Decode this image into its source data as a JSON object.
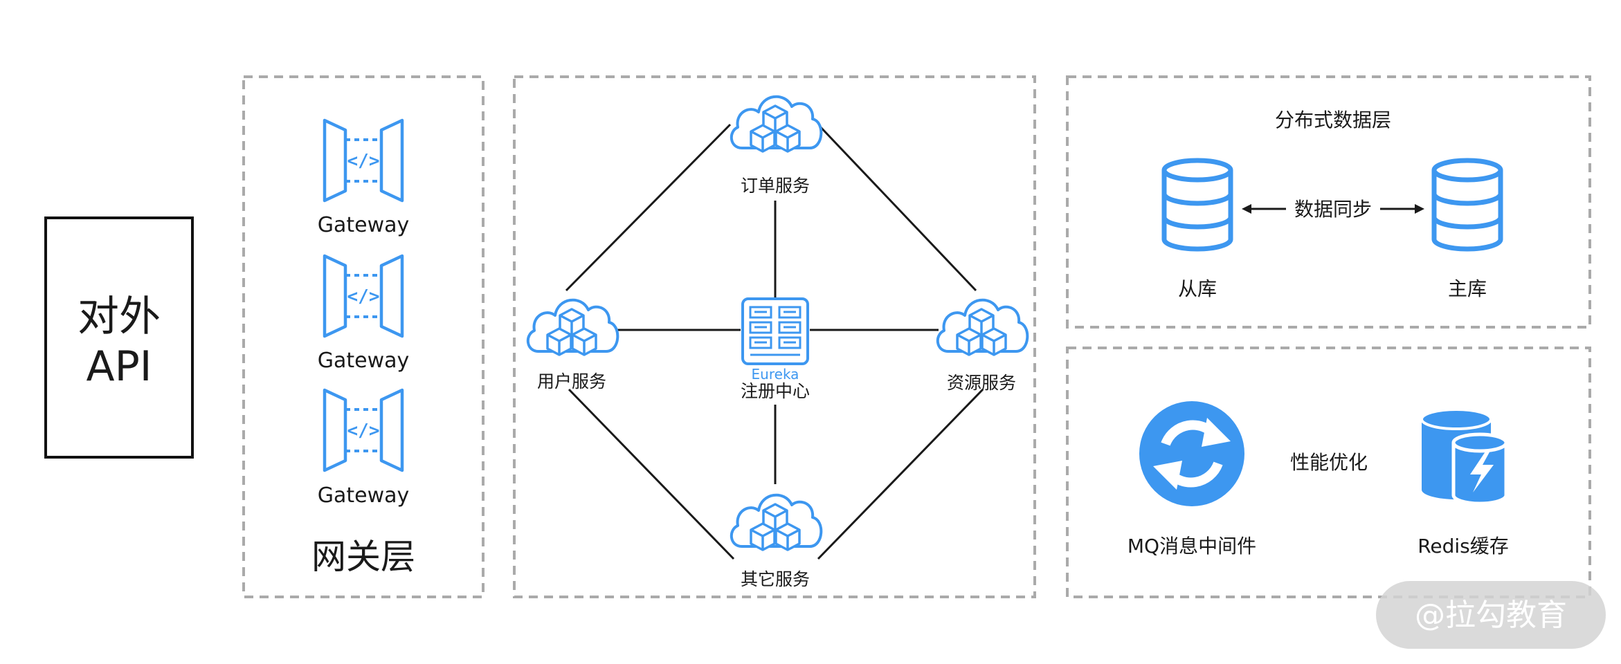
{
  "api_box": {
    "line1": "对外",
    "line2": "API"
  },
  "gateway_layer": {
    "gateways": [
      {
        "label": "Gateway",
        "icon": "api-gateway-icon"
      },
      {
        "label": "Gateway",
        "icon": "api-gateway-icon"
      },
      {
        "label": "Gateway",
        "icon": "api-gateway-icon"
      }
    ],
    "title": "网关层"
  },
  "service_mesh": {
    "registry": {
      "badge": "Eureka",
      "label": "注册中心",
      "icon": "server-rack-icon"
    },
    "services": [
      {
        "id": "order",
        "label": "订单服务",
        "icon": "cloud-cubes-icon"
      },
      {
        "id": "user",
        "label": "用户服务",
        "icon": "cloud-cubes-icon"
      },
      {
        "id": "resource",
        "label": "资源服务",
        "icon": "cloud-cubes-icon"
      },
      {
        "id": "other",
        "label": "其它服务",
        "icon": "cloud-cubes-icon"
      }
    ]
  },
  "data_layer": {
    "title": "分布式数据层",
    "sync_label": "数据同步",
    "slave_label": "从库",
    "master_label": "主库",
    "icon": "database-icon"
  },
  "perf_layer": {
    "title": "性能优化",
    "mq_label": "MQ消息中间件",
    "mq_icon": "refresh-cycle-icon",
    "redis_label": "Redis缓存",
    "redis_icon": "cache-bolt-icon"
  },
  "watermark": "@拉勾教育",
  "colors": {
    "accent": "#3d97f0",
    "accent_dark": "#2a7fd6",
    "border": "#aaaaaa",
    "line": "#1a1a1a"
  }
}
